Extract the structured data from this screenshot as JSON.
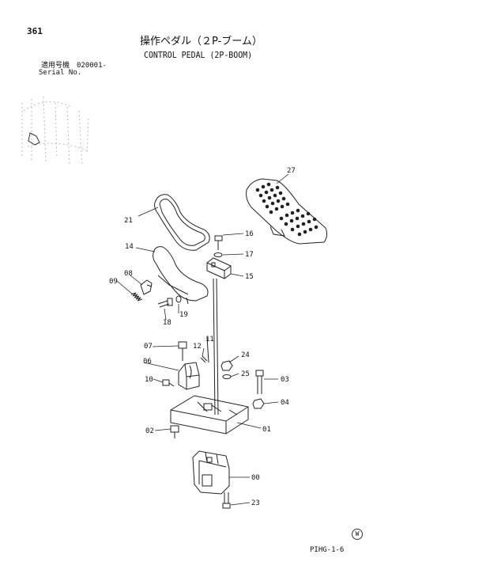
{
  "page_number": "361",
  "title_jp": "操作ペダル（２P-ブーム）",
  "title_en": "CONTROL PEDAL (2P-BOOM)",
  "serial": {
    "label_jp": "適用号機",
    "label_en": "Serial No.",
    "value": "020001-"
  },
  "doc_code": "PIHG-1-6",
  "watermark": "W",
  "callouts": {
    "c27": "27",
    "c21": "21",
    "c16": "16",
    "c17": "17",
    "c14": "14",
    "c15": "15",
    "c08": "08",
    "c09": "09",
    "c18": "18",
    "c19": "19",
    "c11": "11",
    "c12": "12",
    "c07": "07",
    "c24": "24",
    "c06": "06",
    "c25": "25",
    "c03": "03",
    "c10": "10",
    "c04": "04",
    "c01": "01",
    "c02": "02",
    "c00": "00",
    "c23": "23"
  }
}
